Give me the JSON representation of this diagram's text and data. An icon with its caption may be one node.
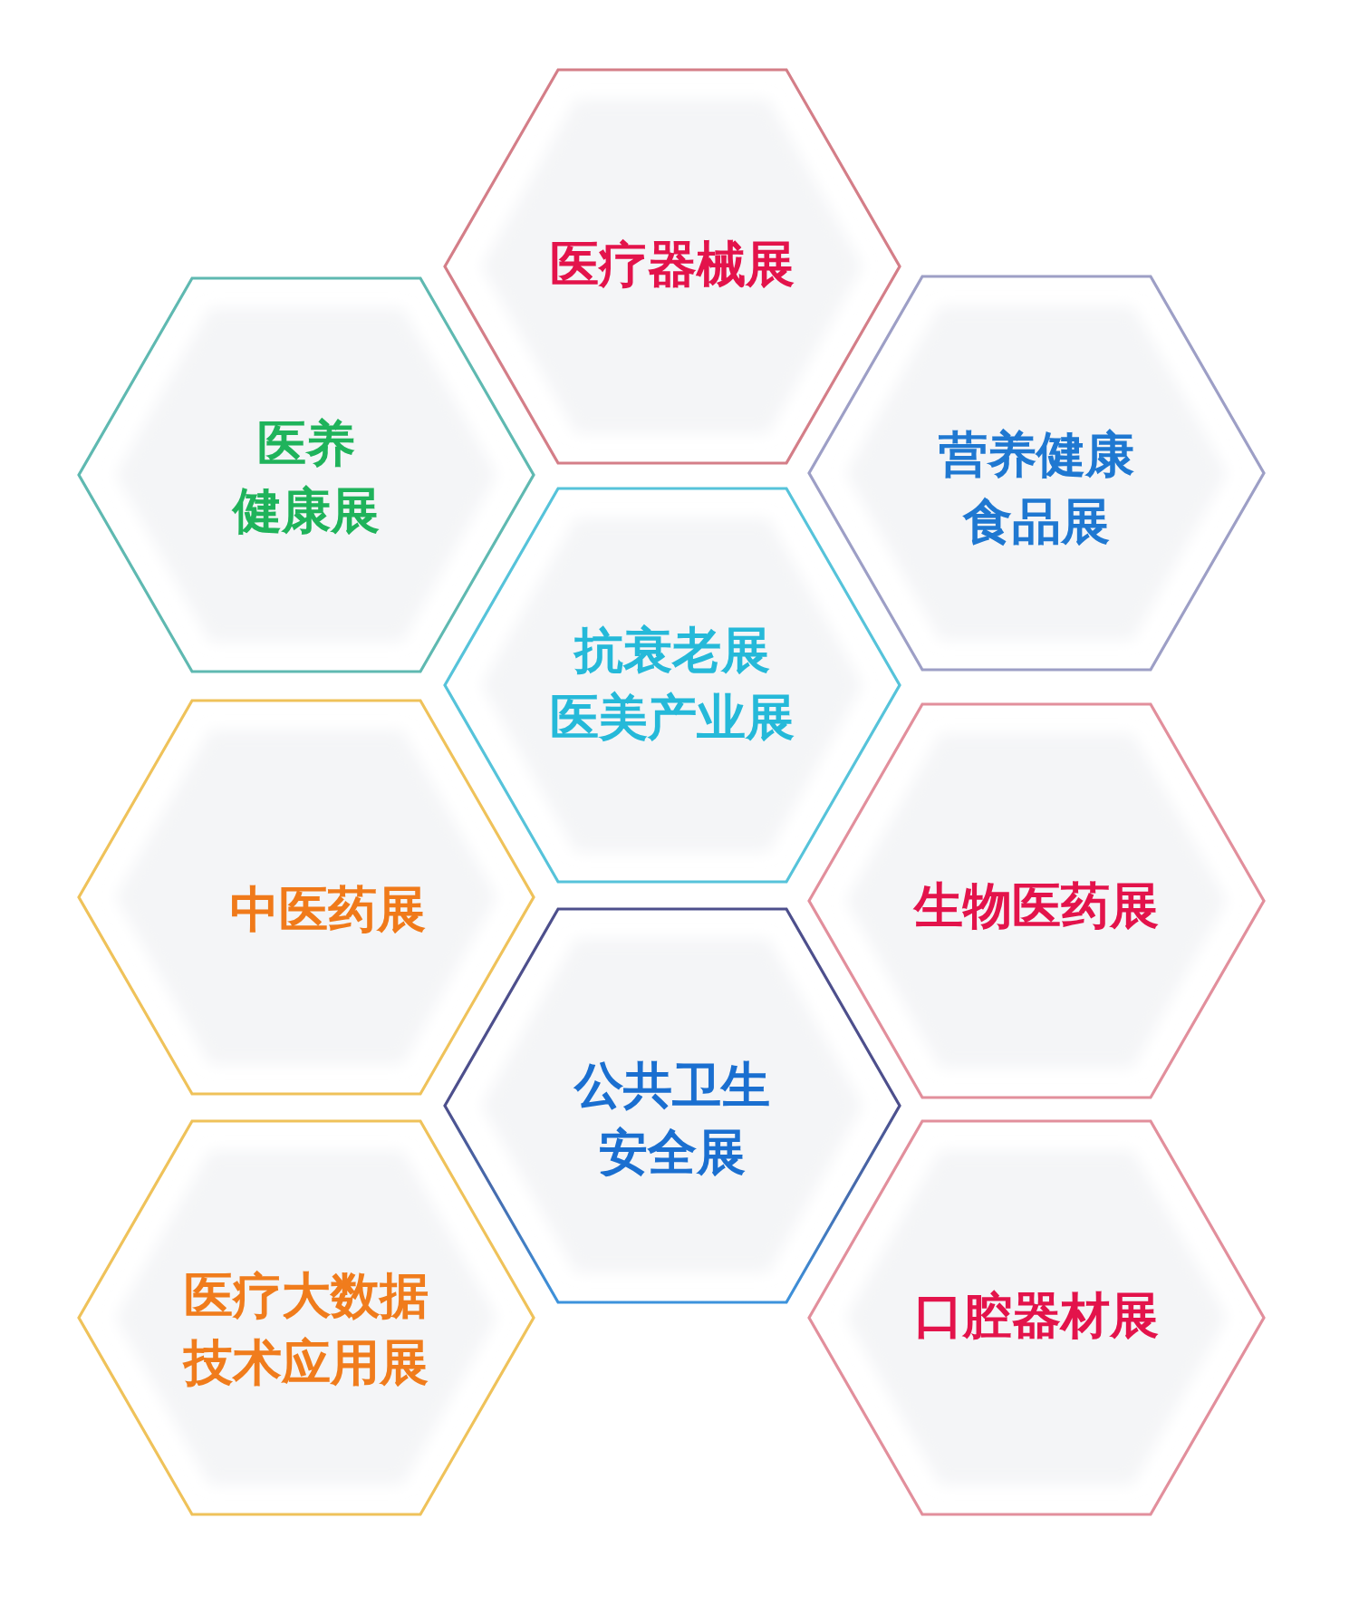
{
  "diagram": {
    "nodes": [
      {
        "text": [
          "医疗器械展"
        ]
      },
      {
        "text": [
          "医养健康展"
        ]
      },
      {
        "text": [
          "营养健康食品展"
        ]
      },
      {
        "text": [
          "抗衰老展医美产业展"
        ]
      },
      {
        "text": [
          "中医药展"
        ]
      },
      {
        "text": [
          "生物医药展"
        ]
      },
      {
        "text": [
          "公共卫生安全展"
        ]
      },
      {
        "text": [
          "医疗大数据技术应用展"
        ]
      },
      {
        "text": [
          "口腔器材展"
        ]
      }
    ]
  }
}
